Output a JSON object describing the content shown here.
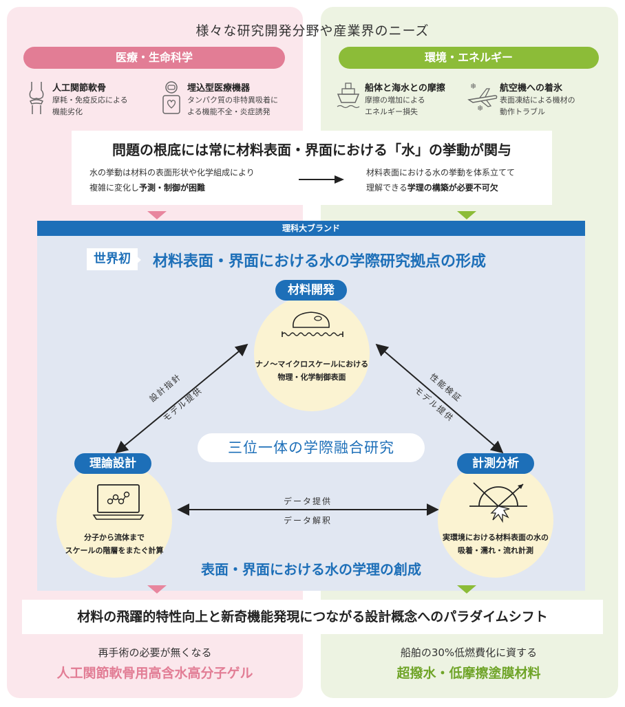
{
  "top_title": "様々な研究開発分野や産業界のニーズ",
  "fields": {
    "medical": {
      "label": "医療・生命科学",
      "color": "#e27d95",
      "items": [
        {
          "icon": "knee-joint-icon",
          "title": "人工関節軟骨",
          "desc_line1": "摩耗・免疫反応による",
          "desc_line2": "機能劣化"
        },
        {
          "icon": "implant-device-icon",
          "title": "埋込型医療機器",
          "desc_line1": "タンパク質の非特異吸着に",
          "desc_line2": "よる機能不全・炎症誘発"
        }
      ]
    },
    "environment": {
      "label": "環境・エネルギー",
      "color": "#8cbc38",
      "items": [
        {
          "icon": "ship-icon",
          "title": "船体と海水との摩擦",
          "desc_line1": "摩擦の増加による",
          "desc_line2": "エネルギー損失"
        },
        {
          "icon": "airplane-icing-icon",
          "title": "航空機への着氷",
          "desc_line1": "表面凍結による機材の",
          "desc_line2": "動作トラブル"
        }
      ]
    }
  },
  "problem": {
    "title": "問題の根底には常に材料表面・界面における「水」の挙動が関与",
    "left_line1": "水の挙動は材料の表面形状や化学組成により",
    "left_line2_plain": "複雑に変化し",
    "left_line2_bold": "予測・制御が困難",
    "right_line1": "材料表面における水の挙動を体系立てて",
    "right_line2_plain": "理解できる",
    "right_line2_bold": "学理の構築が必要不可欠"
  },
  "brand": {
    "bar_label": "理科大ブランド",
    "badge": "世界初",
    "heading": "材料表面・界面における水の学際研究拠点の形成",
    "center": "三位一体の学際融合研究",
    "bottom_heading": "表面・界面における水の学理の創成",
    "accent_color": "#1d6fb8"
  },
  "nodes": {
    "material": {
      "label": "材料開発",
      "icon": "droplet-on-surface-icon",
      "line1": "ナノ〜マイクロスケールにおける",
      "line2": "物理・化学制御表面"
    },
    "theory": {
      "label": "理論設計",
      "icon": "laptop-molecule-icon",
      "line1": "分子から流体まで",
      "line2": "スケールの階層をまたぐ計算"
    },
    "measurement": {
      "label": "計測分析",
      "icon": "measurement-beam-icon",
      "line1": "実環境における材料表面の水の",
      "line2": "吸着・濡れ・流れ計測"
    }
  },
  "arrows": {
    "left_top": "設計指針",
    "left_bottom": "モデル提供",
    "right_top": "性能検証",
    "right_bottom": "モデル提供",
    "bottom_top": "データ提供",
    "bottom_bottom": "データ解釈"
  },
  "paradigm": "材料の飛躍的特性向上と新奇機能発現につながる設計概念へのパラダイムシフト",
  "outcomes": {
    "left_sub": "再手術の必要が無くなる",
    "left_main": "人工関節軟骨用高含水高分子ゲル",
    "right_sub": "船舶の30%低燃費化に資する",
    "right_main": "超撥水・低摩擦塗膜材料"
  }
}
